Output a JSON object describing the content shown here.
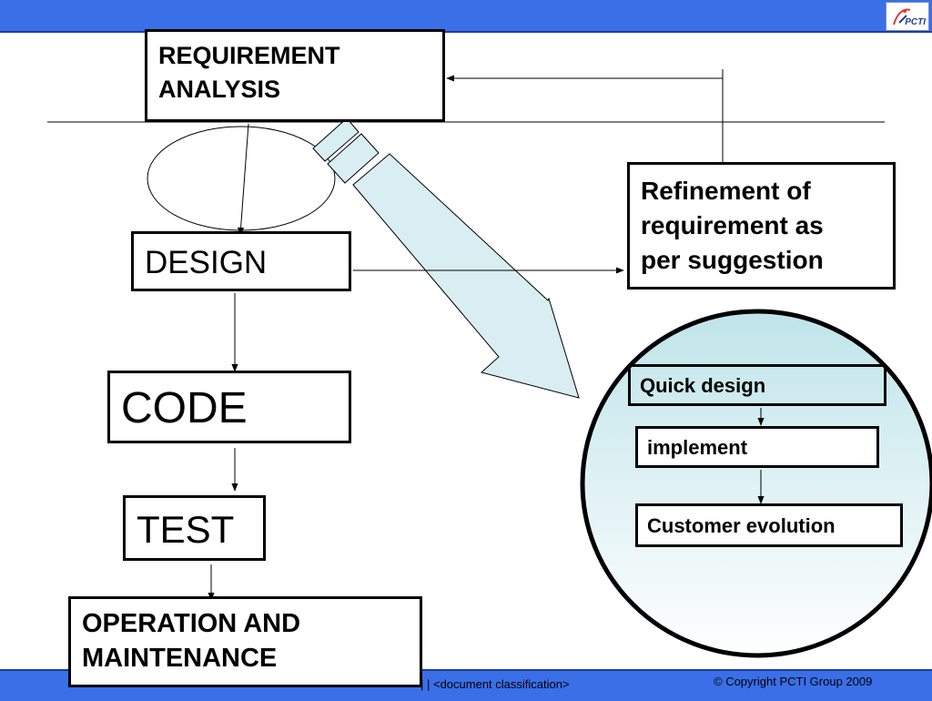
{
  "boxes": {
    "requirement_analysis": [
      "REQUIREMENT",
      "ANALYSIS"
    ],
    "design": "DESIGN",
    "code": "CODE",
    "test": "TEST",
    "operation_maintenance": [
      "OPERATION AND",
      "MAINTENANCE"
    ],
    "refinement": [
      "Refinement of",
      "requirement as",
      "per suggestion"
    ]
  },
  "prototype": {
    "quick_design": "Quick design",
    "implement": "implement",
    "customer_evolution": "Customer evolution"
  },
  "header": {
    "logo_text": "PCTI"
  },
  "footer": {
    "classification": "|   | <document classification>",
    "copyright": "© Copyright  PCTI Group 2009"
  },
  "colors": {
    "bar_blue": "#3a6fe8",
    "arrow_fill": "#d8eef2",
    "circle_fill_top": "#bfe4ea",
    "circle_fill_bottom": "#ffffff"
  }
}
